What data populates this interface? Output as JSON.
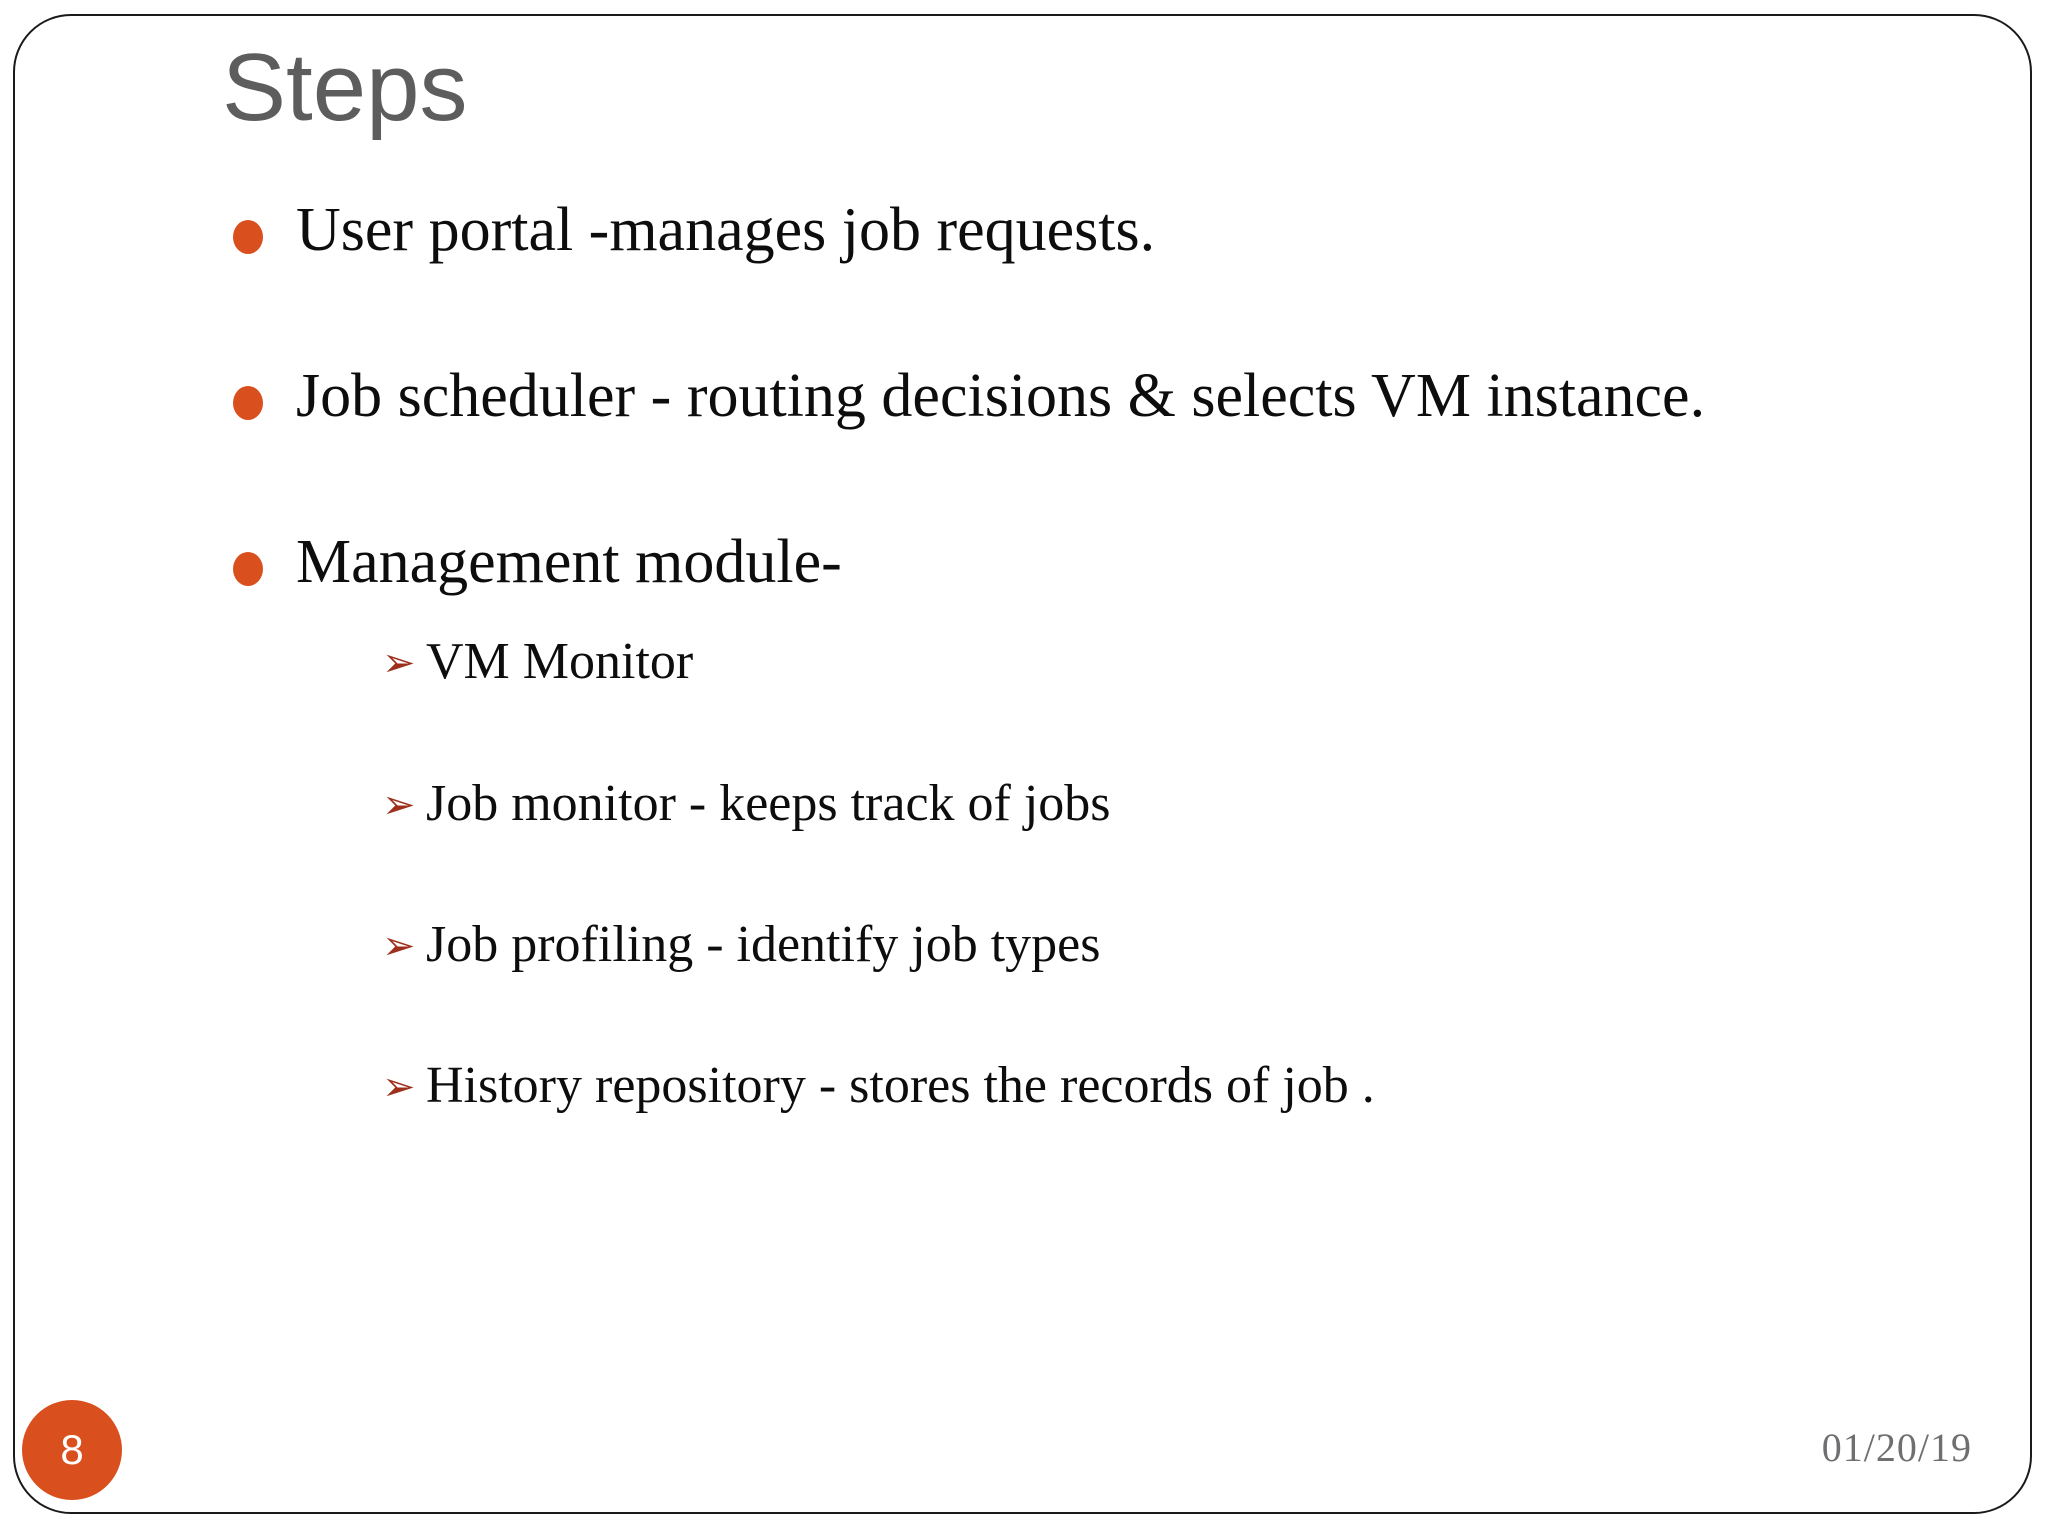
{
  "slide": {
    "title": "Steps",
    "number": "8",
    "date": "01/20/19",
    "accent_color": "#d9501e",
    "title_color": "#5d5d5d",
    "sub_marker_color": "#9d2f1b",
    "body_text_color": "#0d0d0d",
    "border_color": "#1a1a1a"
  },
  "bullets": [
    {
      "marker": "filled-circle-bullet",
      "text": "User portal -manages job requests."
    },
    {
      "marker": "filled-circle-bullet",
      "text": "Job scheduler - routing decisions & selects VM instance."
    },
    {
      "marker": "filled-circle-bullet",
      "text": "Management module-"
    }
  ],
  "sub_bullets": [
    {
      "marker": "arrowhead-bullet",
      "glyph": "➢",
      "text": "VM Monitor"
    },
    {
      "marker": "arrowhead-bullet",
      "glyph": "➢",
      "text": "Job monitor - keeps track of jobs"
    },
    {
      "marker": "arrowhead-bullet",
      "glyph": "➢",
      "text": "Job profiling - identify job types"
    },
    {
      "marker": "arrowhead-bullet",
      "glyph": "➢",
      "text": "History repository - stores the records of job ."
    }
  ]
}
